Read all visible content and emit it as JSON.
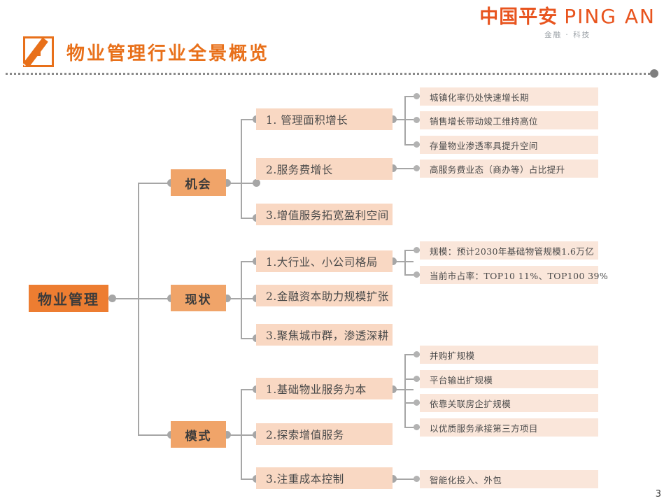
{
  "brand": {
    "cn": "中国平安",
    "en": "PING AN",
    "tagline": "金融 · 科技"
  },
  "header": {
    "title": "物业管理行业全景概览",
    "icon": "pencil-edit-icon"
  },
  "page_number": "3",
  "colors": {
    "brand_orange": "#E8541E",
    "title_orange": "#E8701A",
    "root_fill": "#ED7D31",
    "level2_fill": "#F0A469",
    "level3_fill": "#F9D8C3",
    "leaf_fill": "#FAE6DA",
    "connector_gray": "#A6A6A6",
    "dot_gray": "#B3B3B3"
  },
  "mindmap": {
    "root": "物业管理",
    "branches": [
      {
        "label": "机会",
        "items": [
          {
            "label": "1. 管理面积增长",
            "leaves": [
              "城镇化率仍处快速增长期",
              "销售增长带动竣工维持高位",
              "存量物业渗透率具提升空间"
            ]
          },
          {
            "label": "2.服务费增长",
            "leaves": [
              "高服务费业态（商办等）占比提升"
            ]
          },
          {
            "label": "3.增值服务拓宽盈利空间",
            "leaves": []
          }
        ]
      },
      {
        "label": "现状",
        "items": [
          {
            "label": "1.大行业、小公司格局",
            "leaves": [
              "规模：预计2030年基础物管规模1.6万亿",
              "当前市占率：TOP10 11%、TOP100 39%"
            ]
          },
          {
            "label": "2.金融资本助力规模扩张",
            "leaves": []
          },
          {
            "label": "3.聚焦城市群，渗透深耕",
            "leaves": []
          }
        ]
      },
      {
        "label": "模式",
        "items": [
          {
            "label": "1.基础物业服务为本",
            "leaves": [
              "并购扩规模",
              "平台输出扩规模",
              "依靠关联房企扩规模",
              "以优质服务承接第三方项目"
            ]
          },
          {
            "label": "2.探索增值服务",
            "leaves": []
          },
          {
            "label": "3.注重成本控制",
            "leaves": [
              "智能化投入、外包"
            ]
          }
        ]
      }
    ]
  }
}
